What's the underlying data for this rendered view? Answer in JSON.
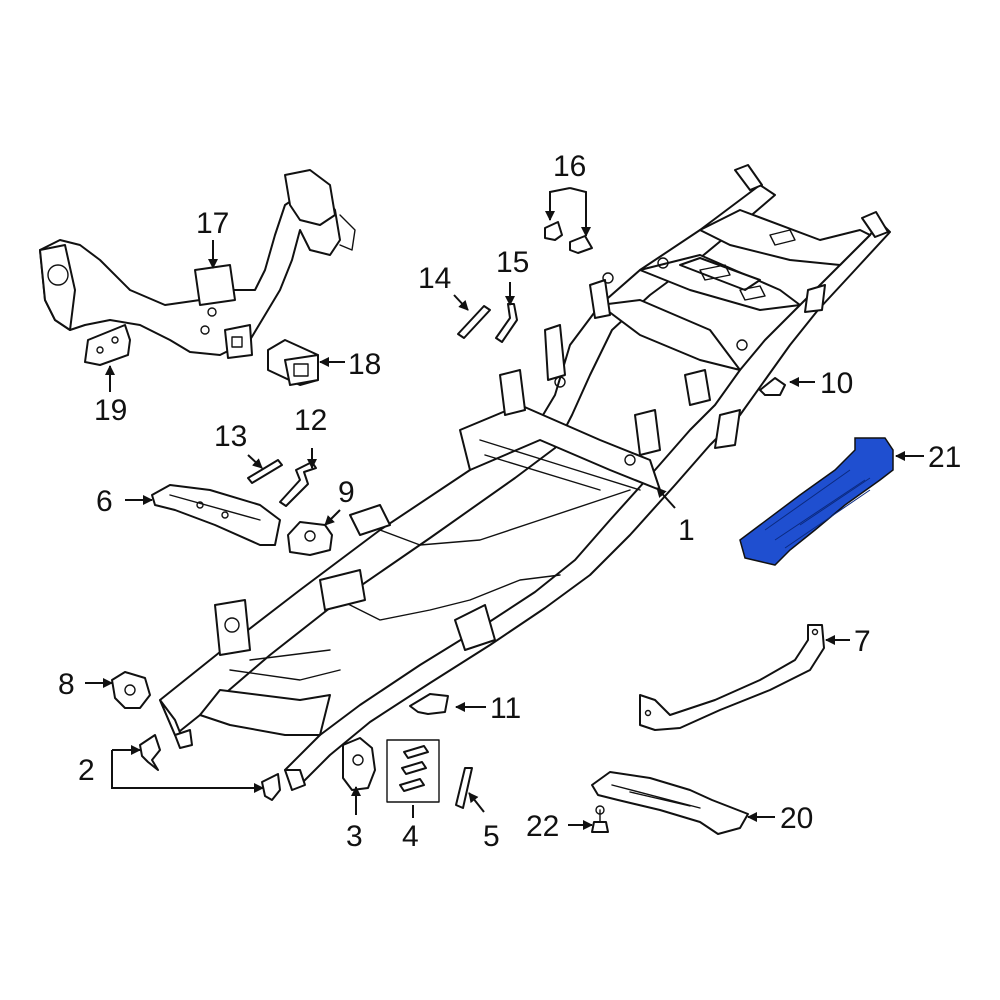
{
  "highlight_color": "#1f4fd0",
  "callouts": {
    "c1": "1",
    "c2": "2",
    "c3": "3",
    "c4": "4",
    "c5": "5",
    "c6": "6",
    "c7": "7",
    "c8": "8",
    "c9": "9",
    "c10": "10",
    "c11": "11",
    "c12": "12",
    "c13": "13",
    "c14": "14",
    "c15": "15",
    "c16": "16",
    "c17": "17",
    "c18": "18",
    "c19": "19",
    "c20": "20",
    "c21": "21",
    "c22": "22"
  }
}
